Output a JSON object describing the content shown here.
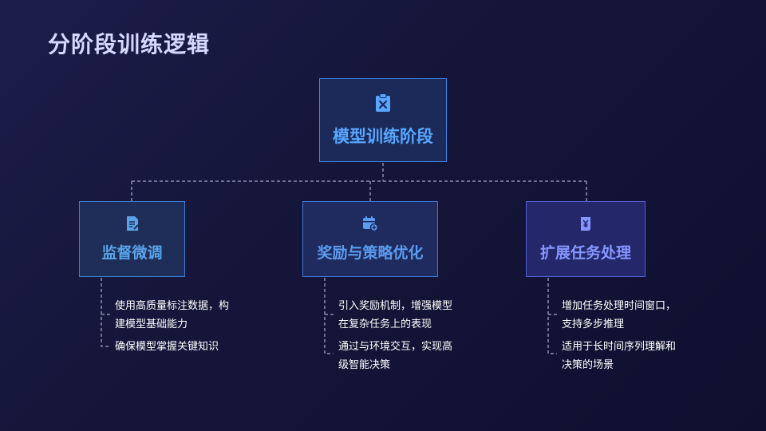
{
  "title": "分阶段训练逻辑",
  "root": {
    "label": "模型训练阶段",
    "icon": "clipboard-tools-icon"
  },
  "children": [
    {
      "label": "监督微调",
      "icon": "document-edit-icon",
      "points": [
        "使用高质量标注数据，构",
        "建模型基础能力",
        "确保模型掌握关键知识"
      ]
    },
    {
      "label": "奖励与策略优化",
      "icon": "calendar-add-icon",
      "points": [
        "引入奖励机制，增强模型",
        "在复杂任务上的表现",
        "通过与环境交互，实现高",
        "级智能决策"
      ]
    },
    {
      "label": "扩展任务处理",
      "icon": "yuan-scroll-icon",
      "points": [
        "增加任务处理时间窗口，",
        "支持多步推理",
        "适用于长时间序列理解和",
        "决策的场景"
      ]
    }
  ],
  "colors": {
    "background": "#141538",
    "title": "#d6d9ff",
    "root_label": "#58a6ff",
    "child1_label": "#5aa3e8",
    "child2_label": "#5a9cf0",
    "child3_label": "#8596ff",
    "connector": "#8a8fb0"
  }
}
